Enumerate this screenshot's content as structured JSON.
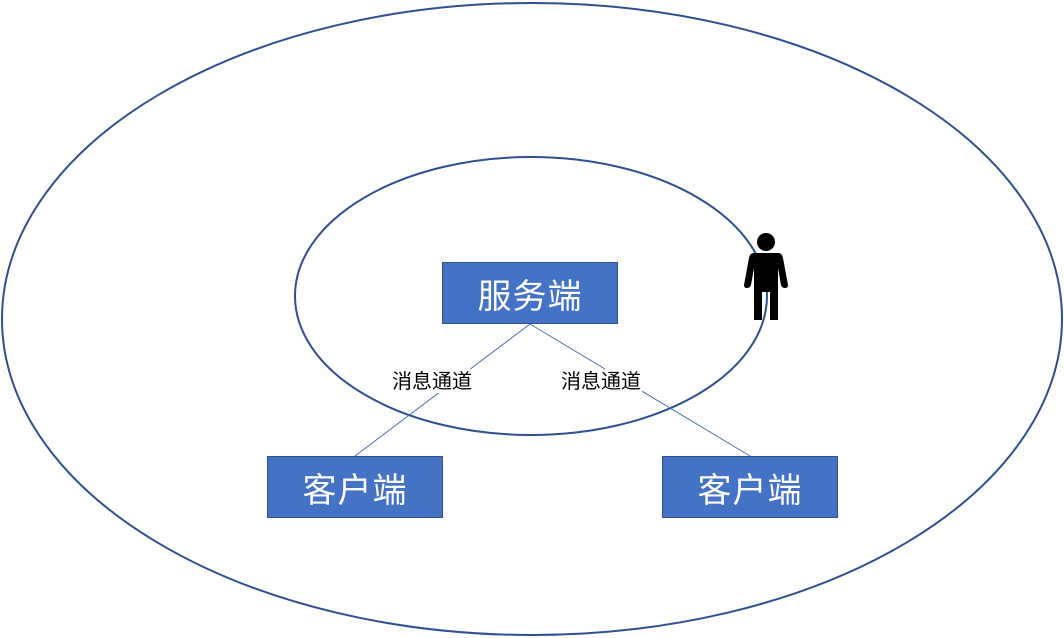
{
  "diagram": {
    "server": {
      "label": "服务端"
    },
    "clients": [
      {
        "label": "客户端"
      },
      {
        "label": "客户端"
      }
    ],
    "edges": [
      {
        "from": "server",
        "to": "client-left",
        "label": "消息通道"
      },
      {
        "from": "server",
        "to": "client-right",
        "label": "消息通道"
      }
    ],
    "person_icon": "person-icon",
    "colors": {
      "box_fill": "#4472c4",
      "box_border": "#2f528f",
      "ellipse_stroke": "#2f4f8f",
      "edge_stroke": "#4a6fb8"
    }
  }
}
